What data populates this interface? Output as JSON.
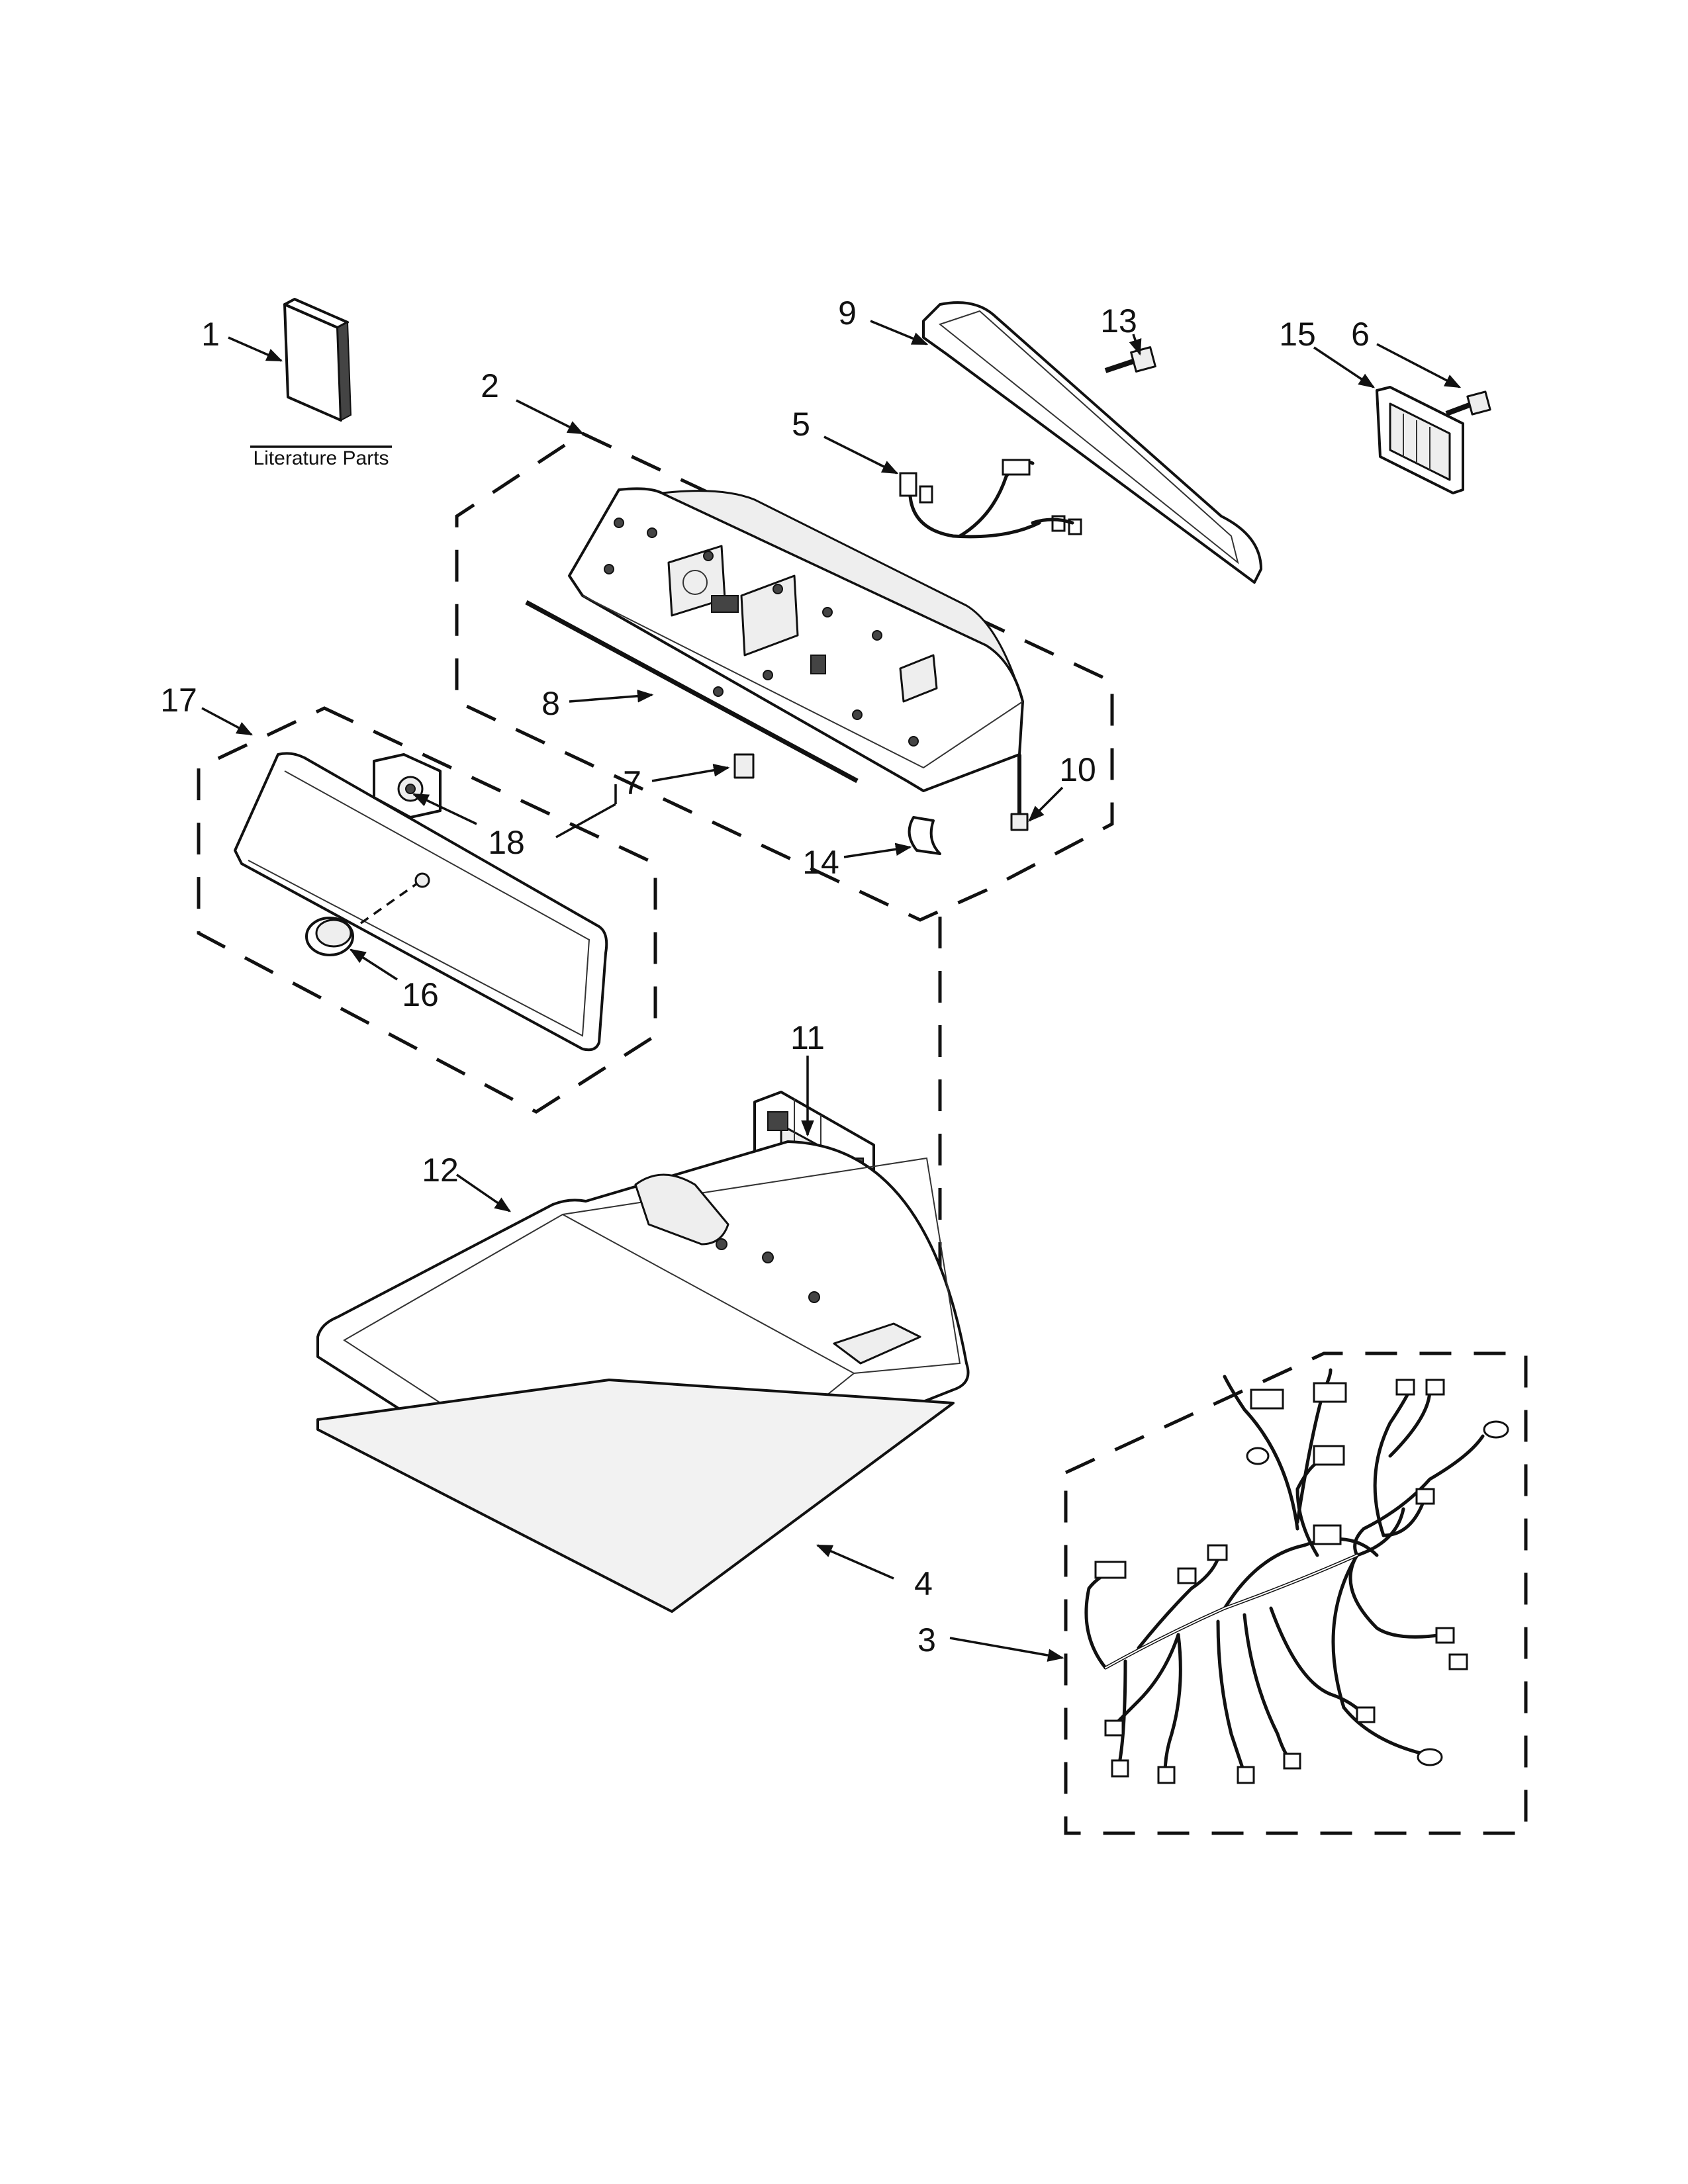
{
  "literature_label": "Literature Parts",
  "callouts": [
    "1",
    "2",
    "3",
    "4",
    "5",
    "6",
    "7",
    "8",
    "9",
    "10",
    "11",
    "12",
    "13",
    "14",
    "15",
    "16",
    "17",
    "18"
  ]
}
